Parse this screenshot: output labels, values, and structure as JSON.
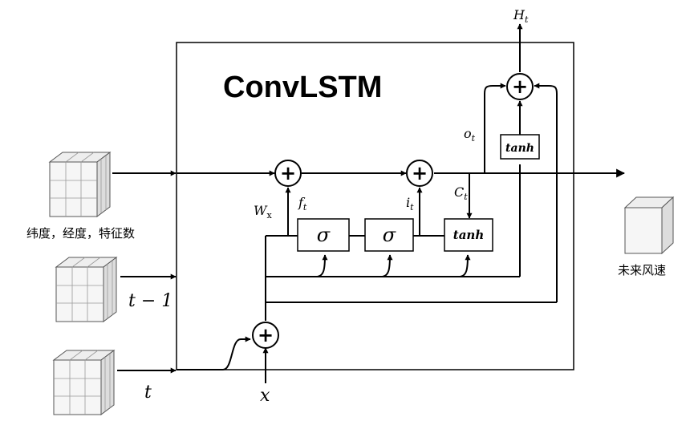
{
  "diagram": {
    "title": "ConvLSTM",
    "output_h": {
      "base": "H",
      "sub": "t"
    },
    "inputs": {
      "grid_caption": "纬度，经度，特征数",
      "t_minus_1": "t − 1",
      "t": "t",
      "x": "x"
    },
    "output_label": "未来风速",
    "gate_labels": {
      "wx": {
        "base": "W",
        "sub": "x"
      },
      "ft": {
        "base": "f",
        "sub": "t"
      },
      "it": {
        "base": "i",
        "sub": "t"
      },
      "ct": {
        "base": "C",
        "sub": "t"
      },
      "ot": {
        "base": "o",
        "sub": "t"
      }
    },
    "boxes": {
      "sigma1": "σ",
      "sigma2": "σ",
      "tanh_mid": "tanh",
      "tanh_top": "tanh"
    },
    "operator_symbol": "+"
  }
}
